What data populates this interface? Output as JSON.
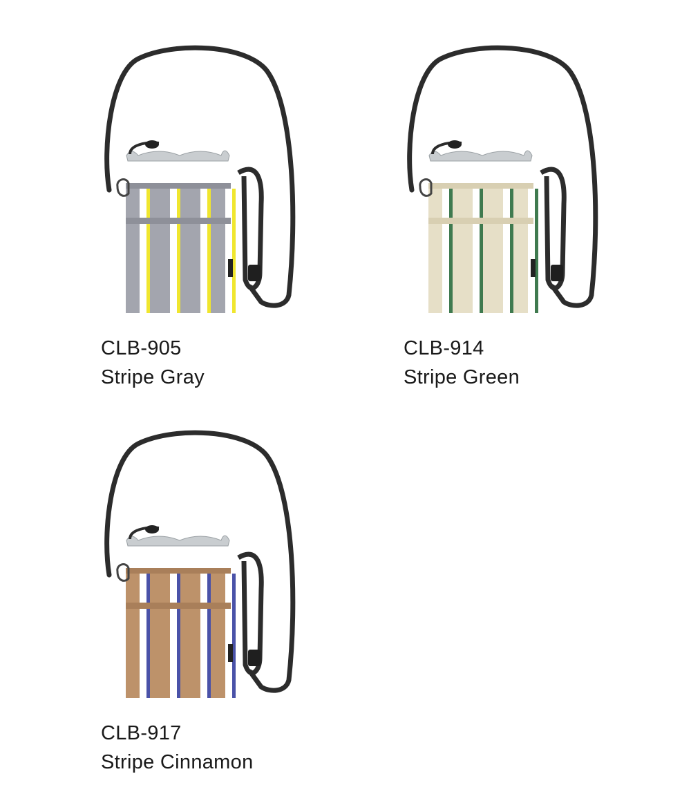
{
  "products": [
    {
      "code": "CLB-905",
      "name": "Stripe Gray",
      "colors": {
        "body": "#a3a5ae",
        "stripe": "#f0e62e",
        "pouch": "#c9cdd0",
        "trim": "#8e9099"
      }
    },
    {
      "code": "CLB-914",
      "name": "Stripe Green",
      "colors": {
        "body": "#e6dfc7",
        "stripe": "#3f7a4f",
        "pouch": "#c9cdd0",
        "trim": "#d8cfb2"
      }
    },
    {
      "code": "CLB-917",
      "name": "Stripe Cinnamon",
      "colors": {
        "body": "#bd926a",
        "stripe": "#4a52a8",
        "pouch": "#c9cdd0",
        "trim": "#a97f5a"
      }
    }
  ]
}
